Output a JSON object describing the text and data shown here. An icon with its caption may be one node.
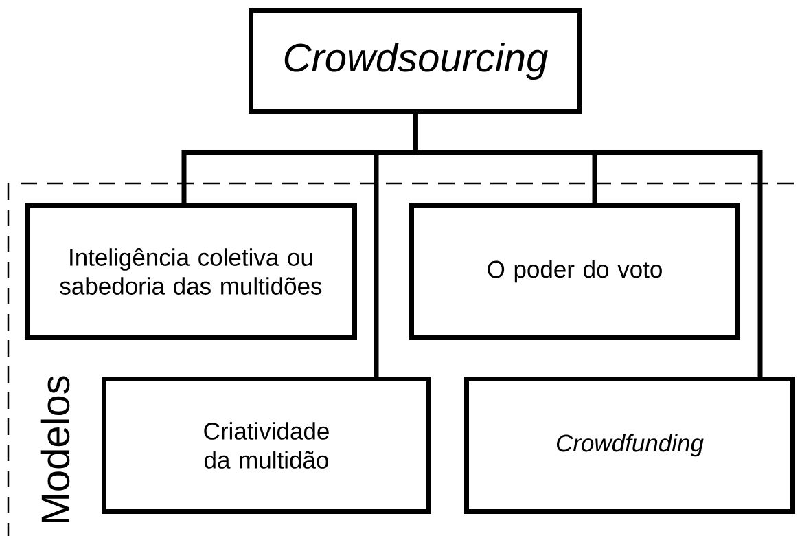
{
  "diagram": {
    "nodes": [
      {
        "text": [
          "Crowdsourcing"
        ]
      },
      {
        "text": [
          "Inteligência coletiva ou sabedoria das multidões"
        ]
      },
      {
        "text": [
          "O poder do voto"
        ]
      },
      {
        "text": [
          "Criatividade da multidão"
        ]
      },
      {
        "text": [
          "Crowdfunding"
        ]
      }
    ],
    "edges": [
      {
        "from": 0,
        "to": 1,
        "arrow": "none"
      },
      {
        "from": 0,
        "to": 3,
        "arrow": "none"
      },
      {
        "from": 0,
        "to": 2,
        "arrow": "none"
      },
      {
        "from": 0,
        "to": 4,
        "arrow": "none"
      }
    ],
    "labels": [
      "Modelos"
    ]
  }
}
